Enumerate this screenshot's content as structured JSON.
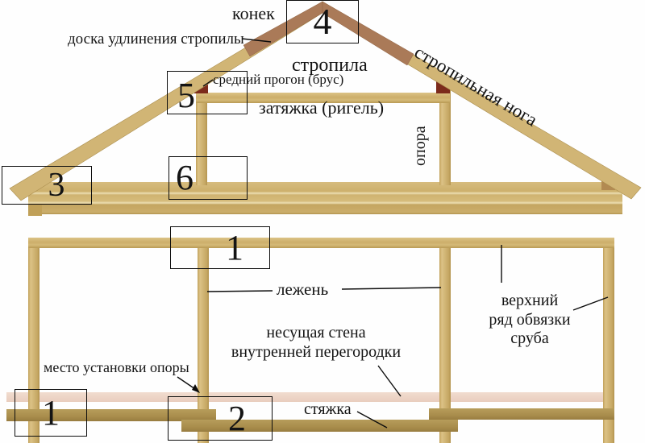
{
  "diagram": {
    "title_hint": "roof truss and wall frame construction scheme",
    "labels": {
      "konek": "конек",
      "doska_udlineniya": "доска удлинения стропилы",
      "stropila": "стропила",
      "stropilnaya_noga": "стропильная нога",
      "sredniy_progon": "средний прогон (брус)",
      "zatyazhka": "затяжка (ригель)",
      "opora": "опора",
      "lezhen": "лежень",
      "nesushchaya_line1": "несущая стена",
      "nesushchaya_line2": "внутренней перегородки",
      "verkhniy_line1": "верхний",
      "verkhniy_line2": "ряд обвязки",
      "verkhniy_line3": "сруба",
      "mesto_ustanovki": "место установки опоры",
      "styazhka": "стяжка"
    },
    "markers": {
      "ridge": "4",
      "purlin_joint": "5",
      "eave_left": "3",
      "attic_post_base": "6",
      "wall_center_top": "1",
      "wall_left_bottom": "1",
      "wall_center_bottom": "2"
    },
    "colors": {
      "wood_light": "#d6bc7e",
      "wood_mid": "#cbae6b",
      "wood_dark": "#a98d4c",
      "rafter_ridge_red": "#aa7a58",
      "joint_red": "#7c2b1c",
      "pink_band": "#eed5c8",
      "line_black": "#0d0d0d",
      "background": "#fefefe"
    }
  }
}
